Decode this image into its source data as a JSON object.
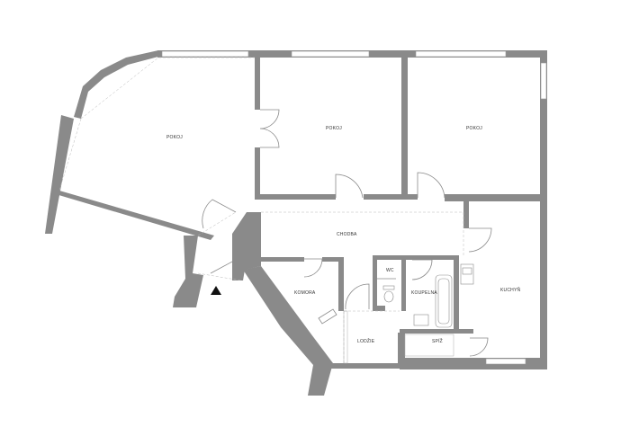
{
  "rooms": {
    "pokoj_west": "POKOJ",
    "pokoj_middle": "POKOJ",
    "pokoj_east": "POKOJ",
    "chodba": "CHODBA",
    "komora": "KOMORA",
    "wc": "WC",
    "koupelna": "KOUPELNA",
    "kuchyne": "KUCHYŇ",
    "spiz": "SPÍŽ",
    "lodzie": "LODŽIE"
  },
  "colors": {
    "wall": "#8a8a8a",
    "background": "#ffffff",
    "label": "#333333"
  },
  "icons": {
    "entrance": "entrance-arrow-icon"
  }
}
